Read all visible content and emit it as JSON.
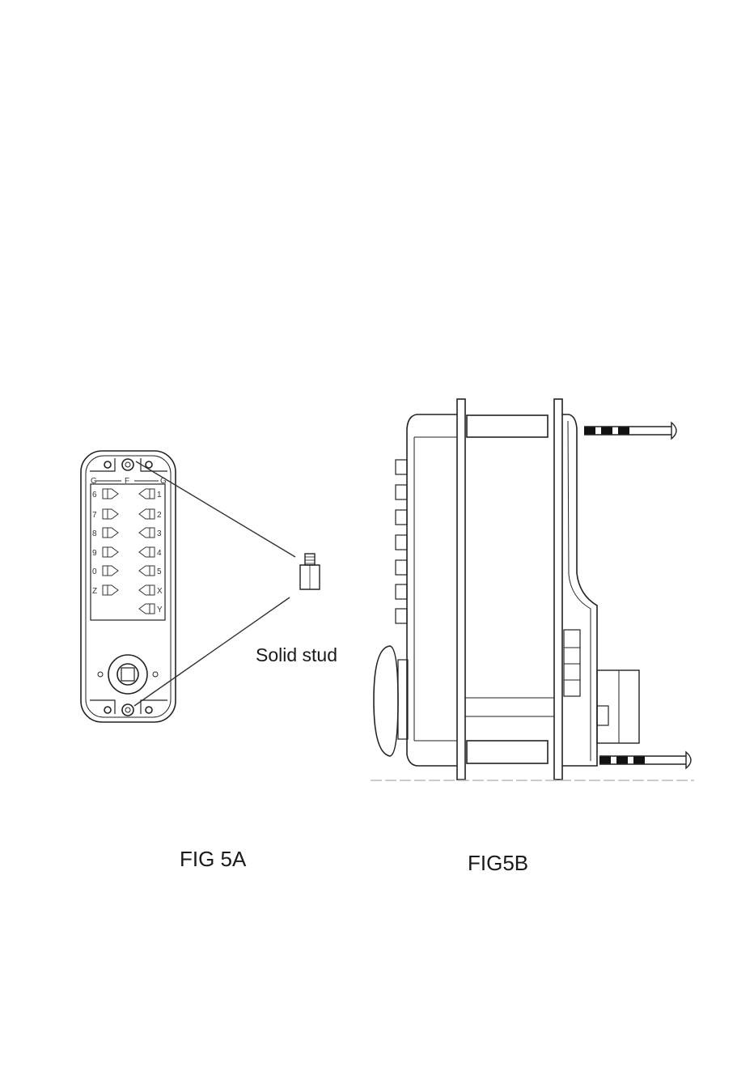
{
  "figure_5a": {
    "caption": "FIG 5A",
    "callout_label": "Solid stud",
    "keypad_header": {
      "left": "G",
      "center": "F",
      "right": "G"
    },
    "left_keys": [
      "6",
      "7",
      "8",
      "9",
      "0",
      "Z"
    ],
    "right_keys": [
      "1",
      "2",
      "3",
      "4",
      "5",
      "X",
      "Y"
    ]
  },
  "figure_5b": {
    "caption": "FIG5B"
  }
}
